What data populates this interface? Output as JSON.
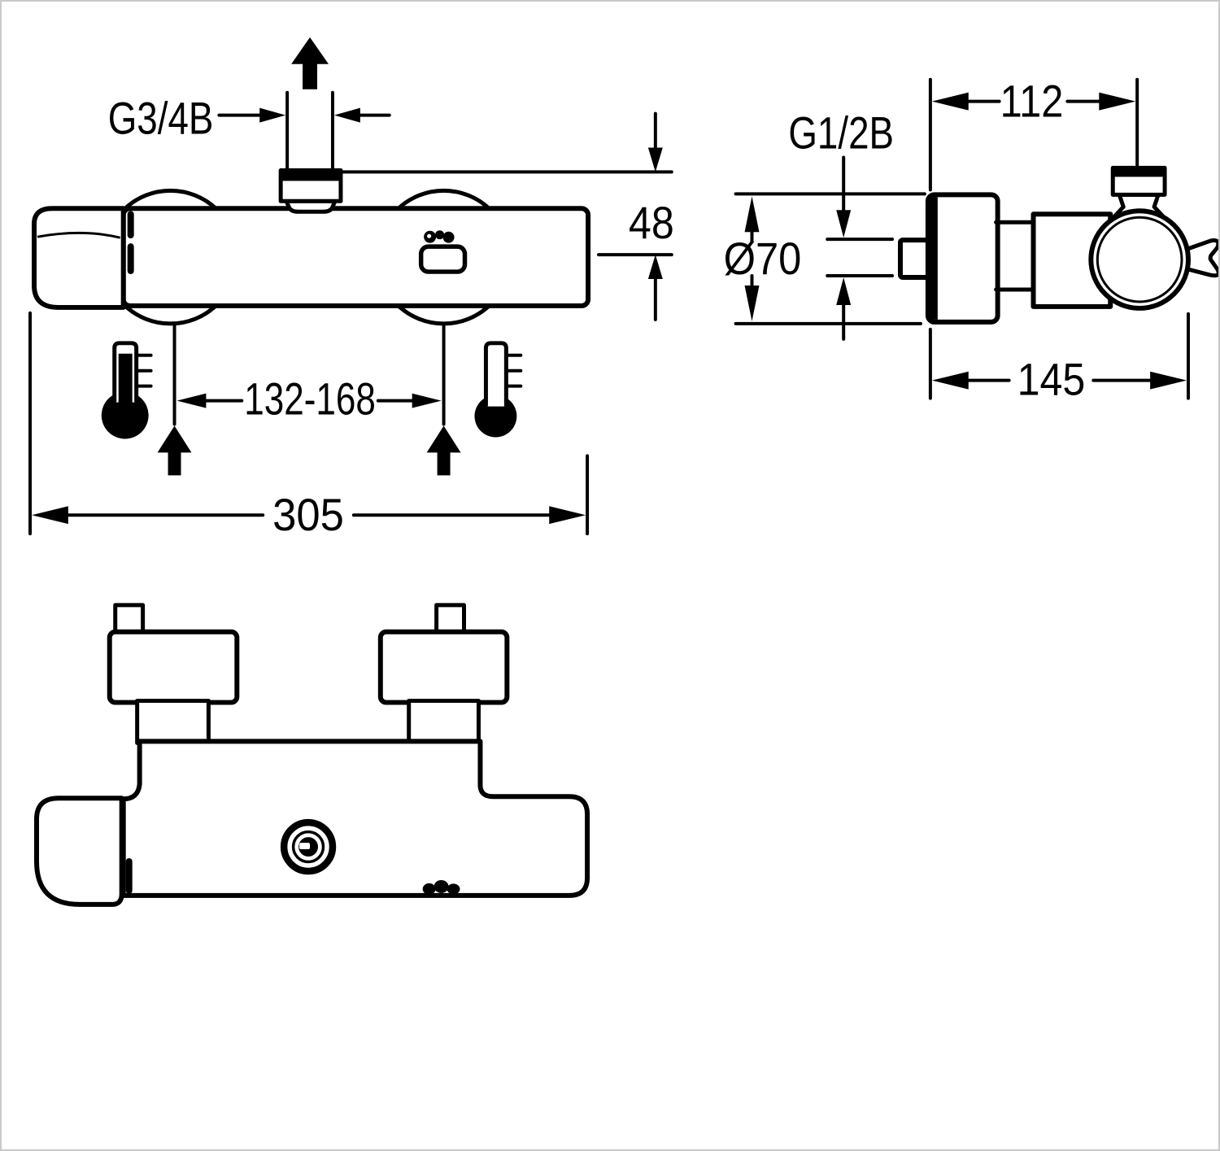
{
  "drawing": {
    "title": "Thermostatic shower mixer dimensional drawing",
    "colors": {
      "line": "#000000",
      "background": "#ffffff",
      "border": "#c9c9c9"
    },
    "front_view": {
      "outlet_thread_label": "G3/4B",
      "outlet_offset_label": "48",
      "inlet_spacing_label": "132-168",
      "overall_width_label": "305",
      "icons": [
        "flow-up-arrow",
        "hot-thermometer",
        "cold-thermometer",
        "inlet-up-arrow",
        "brand-logo"
      ]
    },
    "side_view": {
      "depth_to_outlet_label": "112",
      "inlet_thread_label": "G1/2B",
      "flange_diameter_label": "Ø70",
      "overall_depth_label": "145"
    },
    "top_view": {
      "icons": [
        "outlet-screw-head",
        "brand-logo-emboss"
      ]
    }
  }
}
